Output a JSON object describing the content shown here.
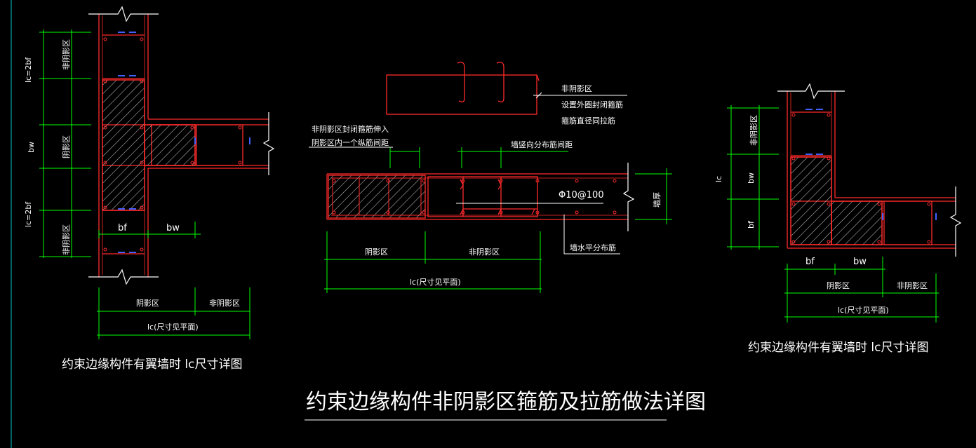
{
  "colors": {
    "background": "#000000",
    "wall_line": "#ff2a2a",
    "dimension_line": "#00ff00",
    "text": "#ffffff",
    "hatch": "#cccccc",
    "center_line": "#4060ff",
    "frame_line": "#00c8c8"
  },
  "left_detail": {
    "dim_lc_2bf_top": "lc=2bf",
    "dim_bw": "bw",
    "dim_lc_2bf_bottom": "lc=2bf",
    "label_non_shaded_top": "非阴影区",
    "label_shaded": "阴影区",
    "label_non_shaded_bottom": "非阴影区",
    "dim_bf": "bf",
    "dim_bw_horizontal": "bw",
    "label_shaded_horizontal": "阴影区",
    "label_non_shaded_horizontal": "非阴影区",
    "dim_lc_total": "lc(尺寸见平面)",
    "caption": "约束边缘构件有翼墙时 lc尺寸详图"
  },
  "middle_detail": {
    "note_stirrup_line1": "非阴影区",
    "note_stirrup_line2": "设置外圈封闭箍筋",
    "note_stirrup_line3": "箍筋直径同拉筋",
    "note_hook_line1": "非阴影区封闭箍筋伸入",
    "note_hook_line2": "阴影区内一个纵筋间距",
    "note_vertical_spacing": "墙竖向分布筋间距",
    "tie_spec": "Φ10@100",
    "wall_thickness": "墙厚",
    "note_horizontal_bar": "墙水平分布筋",
    "label_shaded": "阴影区",
    "label_non_shaded": "非阴影区",
    "dim_lc_total": "lc(尺寸见平面)"
  },
  "right_detail": {
    "dim_lc": "lc",
    "label_non_shaded_top": "非阴影区",
    "dim_bw": "bw",
    "dim_bf": "bf",
    "dim_bf_horizontal": "bf",
    "dim_bw_horizontal": "bw",
    "label_shaded_horizontal": "阴影区",
    "label_non_shaded_horizontal": "非阴影区",
    "dim_lc_total": "lc(尺寸见平面)",
    "caption": "约束边缘构件有翼墙时 lc尺寸详图"
  },
  "main_title": "约束边缘构件非阴影区箍筋及拉筋做法详图"
}
